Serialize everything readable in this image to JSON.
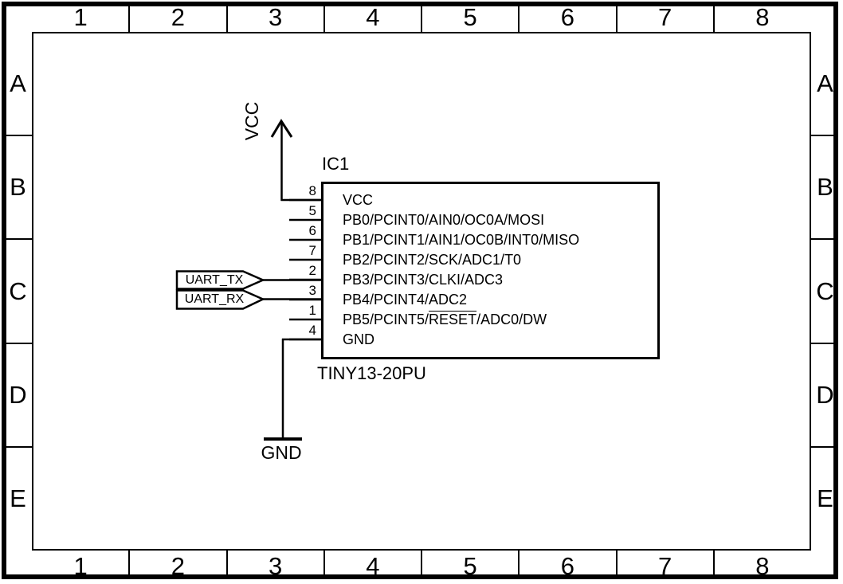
{
  "frame": {
    "columns": [
      "1",
      "2",
      "3",
      "4",
      "5",
      "6",
      "7",
      "8"
    ],
    "rows": [
      "A",
      "B",
      "C",
      "D",
      "E"
    ]
  },
  "component": {
    "designator": "IC1",
    "part": "TINY13-20PU",
    "pins": [
      {
        "number": "8",
        "name_parts": [
          {
            "text": "VCC"
          }
        ]
      },
      {
        "number": "5",
        "name_parts": [
          {
            "text": "PB0/PCINT0/AIN0/OC0A/MOSI"
          }
        ]
      },
      {
        "number": "6",
        "name_parts": [
          {
            "text": "PB1/PCINT1/AIN1/OC0B/INT0/MISO"
          }
        ]
      },
      {
        "number": "7",
        "name_parts": [
          {
            "text": "PB2/PCINT2/SCK/ADC1/T0"
          }
        ]
      },
      {
        "number": "2",
        "name_parts": [
          {
            "text": "PB3/PCINT3/CLKI/ADC3"
          }
        ]
      },
      {
        "number": "3",
        "name_parts": [
          {
            "text": "PB4/PCINT4/ADC2"
          }
        ]
      },
      {
        "number": "1",
        "name_parts": [
          {
            "text": "PB5/PCINT5/"
          },
          {
            "text": "RESET",
            "overline": true
          },
          {
            "text": "/ADC0/DW"
          }
        ]
      },
      {
        "number": "4",
        "name_parts": [
          {
            "text": "GND"
          }
        ]
      }
    ]
  },
  "nets": {
    "vcc_label": "VCC",
    "gnd_label": "GND",
    "uart_tx_label": "UART_TX",
    "uart_rx_label": "UART_RX"
  },
  "colors": {
    "ink": "#000000",
    "paper": "#ffffff"
  }
}
